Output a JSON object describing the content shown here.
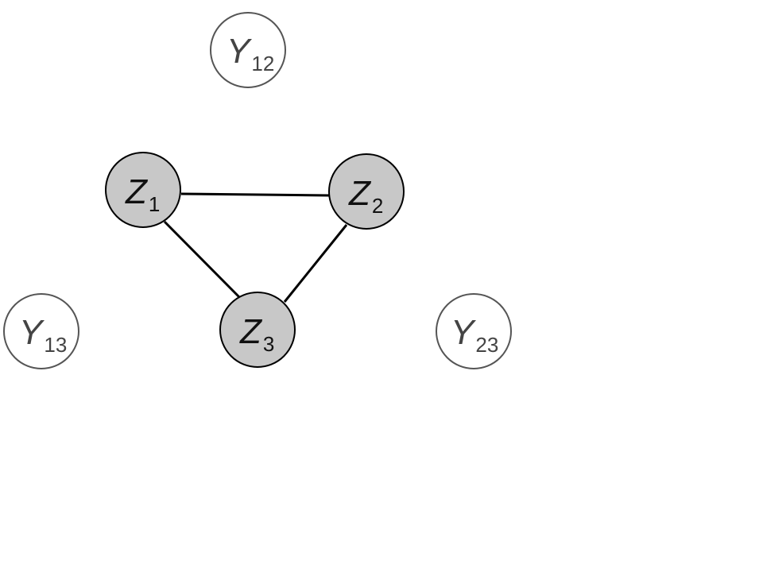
{
  "diagram": {
    "colors": {
      "latent_fill": "#c8c8c8",
      "latent_stroke": "#000000",
      "observed_fill": "#ffffff",
      "observed_stroke": "#555555",
      "edge": "#000000"
    },
    "nodes": {
      "y12": {
        "main": "Y",
        "sub": "12"
      },
      "y13": {
        "main": "Y",
        "sub": "13"
      },
      "y23": {
        "main": "Y",
        "sub": "23"
      },
      "z1": {
        "main": "Z",
        "sub": "1"
      },
      "z2": {
        "main": "Z",
        "sub": "2"
      },
      "z3": {
        "main": "Z",
        "sub": "3"
      }
    },
    "edges": [
      {
        "from": "Z1",
        "to": "Z2"
      },
      {
        "from": "Z1",
        "to": "Z3"
      },
      {
        "from": "Z2",
        "to": "Z3"
      }
    ]
  }
}
